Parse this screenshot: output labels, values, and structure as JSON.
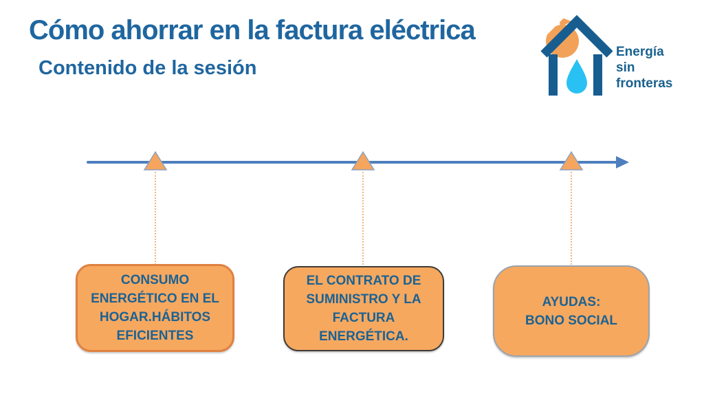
{
  "slide": {
    "title": "Cómo ahorrar en la factura eléctrica",
    "subtitle": "Contenido de la sesión"
  },
  "logo": {
    "name": "Energía sin fronteras",
    "lines": [
      "Energía",
      "sin",
      "fronteras"
    ],
    "icon": "house-sun-waterdrop-icon",
    "colors": {
      "house": "#175d90",
      "sun": "#f2a158",
      "drop": "#29c1f3",
      "text": "#19618f"
    }
  },
  "timeline": {
    "type": "timeline",
    "arrow_color": "#4e7fbe",
    "marker_icon": "triangle-up-icon",
    "marker_fill": "#f6a55e",
    "marker_border": "#8ea2bd",
    "connector_color": "#f2b57c",
    "box_fill": "#f6a85f",
    "box_text_color": "#1c6293",
    "items": [
      {
        "lines": [
          "CONSUMO",
          "ENERGÉTICO EN EL",
          "HOGAR.HÁBITOS",
          "EFICIENTES"
        ],
        "border_color": "#df8140"
      },
      {
        "lines": [
          "EL CONTRATO DE",
          "SUMINISTRO Y LA",
          "FACTURA",
          "ENERGÉTICA."
        ],
        "border_color": "#3f3b38"
      },
      {
        "lines": [
          "AYUDAS:",
          "BONO SOCIAL"
        ],
        "border_color": "#9aa3ad"
      }
    ]
  },
  "colors": {
    "title": "#1f669f"
  }
}
